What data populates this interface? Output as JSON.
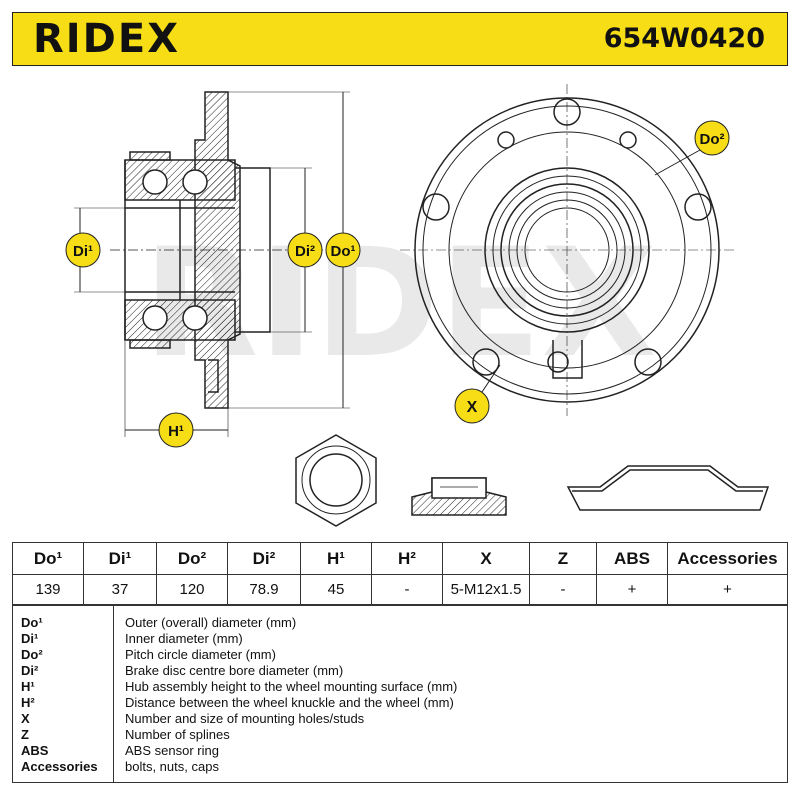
{
  "header": {
    "brand": "RIDEX",
    "part_number": "654W0420"
  },
  "watermark": "RIDEX",
  "labels": {
    "di1": "Di¹",
    "di2": "Di²",
    "do1": "Do¹",
    "do2": "Do²",
    "h1": "H¹",
    "x": "X"
  },
  "specs": {
    "headers": [
      "Do¹",
      "Di¹",
      "Do²",
      "Di²",
      "H¹",
      "H²",
      "X",
      "Z",
      "ABS",
      "Accessories"
    ],
    "values": [
      "139",
      "37",
      "120",
      "78.9",
      "45",
      "-",
      "5-M12x1.5",
      "-",
      "+",
      "+"
    ]
  },
  "legend": [
    {
      "key": "Do¹",
      "desc": "Outer (overall) diameter (mm)"
    },
    {
      "key": "Di¹",
      "desc": "Inner diameter (mm)"
    },
    {
      "key": "Do²",
      "desc": "Pitch circle diameter (mm)"
    },
    {
      "key": "Di²",
      "desc": "Brake disc centre bore diameter (mm)"
    },
    {
      "key": "H¹",
      "desc": "Hub assembly height to the wheel mounting surface (mm)"
    },
    {
      "key": "H²",
      "desc": "Distance between the wheel knuckle and the wheel (mm)"
    },
    {
      "key": "X",
      "desc": "Number and size of mounting holes/studs"
    },
    {
      "key": "Z",
      "desc": "Number of splines"
    },
    {
      "key": "ABS",
      "desc": "ABS sensor ring"
    },
    {
      "key": "Accessories",
      "desc": "bolts, nuts, caps"
    }
  ]
}
